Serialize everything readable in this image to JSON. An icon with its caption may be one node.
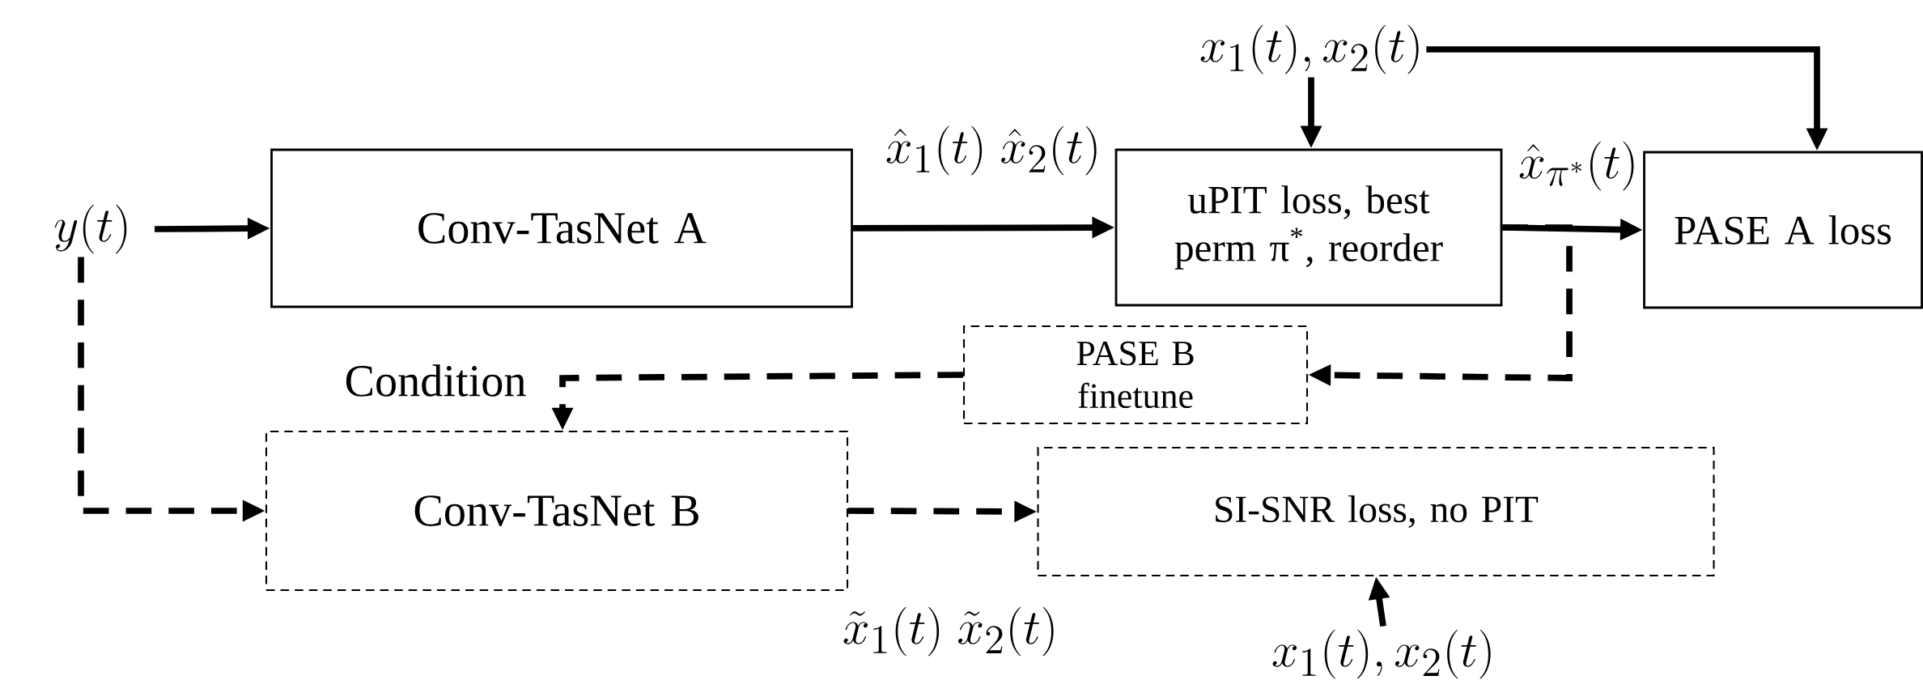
{
  "diagram": {
    "nodes": [
      {
        "text": [
          "y(t)"
        ]
      },
      {
        "text": [
          "Conv-TasNet A"
        ]
      },
      {
        "text": [
          "x_1(t), x_2(t)"
        ]
      },
      {
        "text": [
          "uPIT loss, best perm π$^{*}$, reorder"
        ]
      },
      {
        "text": [
          "PASE A loss"
        ]
      },
      {
        "text": [
          "PASE B finetune"
        ]
      },
      {
        "text": [
          "Conv-TasNet B"
        ]
      },
      {
        "text": [
          "SI-SNR loss, no PIT"
        ]
      },
      {
        "text": [
          "x_1(t), x_2(t)"
        ]
      }
    ],
    "edges": [
      {
        "from": 0,
        "to": 1,
        "arrow": "to"
      },
      {
        "from": 1,
        "to": 3,
        "arrow": "to",
        "label": "\\hat{x}_1(t)\\ \\hat{x}_2(t)"
      },
      {
        "from": 2,
        "to": 3,
        "arrow": "to"
      },
      {
        "from": 2,
        "to": 4,
        "arrow": "to"
      },
      {
        "from": 3,
        "to": 4,
        "arrow": "to",
        "label": "\\hat{x}_{\\pi^*}(t)"
      },
      {
        "from": 3,
        "to": 5,
        "arrow": "to",
        "style": "dashed"
      },
      {
        "from": 5,
        "to": 6,
        "arrow": "to",
        "style": "dashed",
        "label": "Condition"
      },
      {
        "from": 0,
        "to": 6,
        "arrow": "to",
        "style": "dashed"
      },
      {
        "from": 6,
        "to": 7,
        "arrow": "to",
        "style": "dashed",
        "label": "\\tilde{x}_1(t)\\ \\tilde{x}_2(t)"
      },
      {
        "from": 8,
        "to": 7,
        "arrow": "to"
      }
    ]
  }
}
